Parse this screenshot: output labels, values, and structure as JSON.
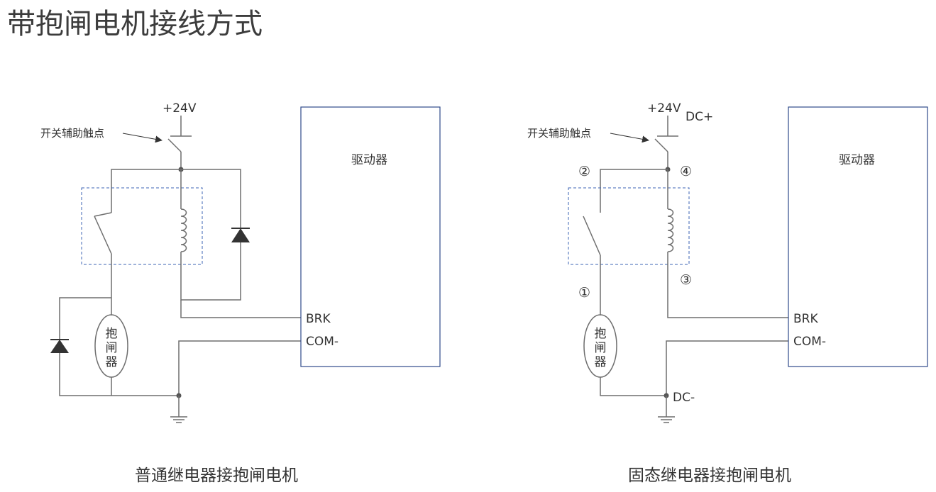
{
  "title": "带抱闸电机接线方式",
  "left": {
    "supply": "+24V",
    "aux_contact": "开关辅助触点",
    "driver": "驱动器",
    "brk": "BRK",
    "com": "COM-",
    "brake": [
      "抱",
      "闸",
      "器"
    ],
    "caption": "普通继电器接抱闸电机"
  },
  "right": {
    "supply": "+24V",
    "dc_plus": "DC+",
    "aux_contact": "开关辅助触点",
    "driver": "驱动器",
    "brk": "BRK",
    "com": "COM-",
    "dc_minus": "DC-",
    "brake": [
      "抱",
      "闸",
      "器"
    ],
    "markers": [
      "①",
      "②",
      "③",
      "④"
    ],
    "caption": "固态继电器接抱闸电机"
  }
}
